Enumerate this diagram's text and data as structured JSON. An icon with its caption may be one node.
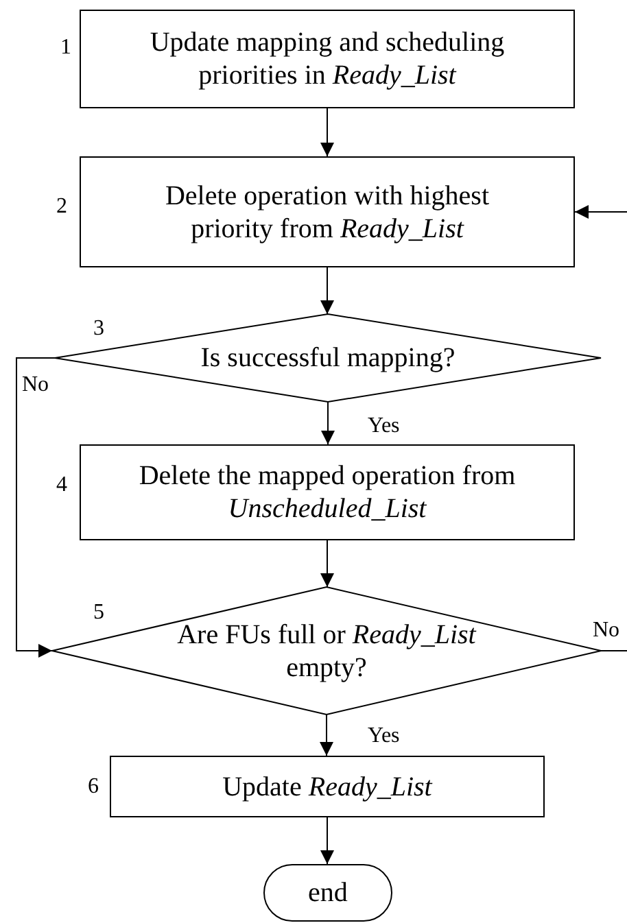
{
  "diagram": {
    "nodes": [
      {
        "text": [
          "Update mapping and scheduling priorities in *Ready_List*"
        ],
        "beside": [
          "1"
        ]
      },
      {
        "text": [
          "Delete operation with highest priority from *Ready_List*"
        ],
        "beside": [
          "2"
        ]
      },
      {
        "text": [
          "3",
          "Is successful mapping?"
        ]
      },
      {
        "text": [
          "Delete the mapped operation from *Unscheduled_List*"
        ],
        "beside": [
          "4"
        ]
      },
      {
        "text": [
          "5",
          "Are FUs full or *Ready_List* empty?"
        ]
      },
      {
        "text": [
          "Update *Ready_List*"
        ],
        "beside": [
          "6"
        ]
      },
      {
        "text": [
          "end"
        ]
      }
    ],
    "edges": [
      {
        "from": 0,
        "to": 1,
        "arrow": "to"
      },
      {
        "from": 1,
        "to": 2,
        "arrow": "to"
      },
      {
        "from": 2,
        "to": 3,
        "arrow": "to",
        "label": "Yes"
      },
      {
        "from": 2,
        "to": 4,
        "arrow": "to",
        "label": "No"
      },
      {
        "from": 3,
        "to": 4,
        "arrow": "to"
      },
      {
        "from": 4,
        "to": null,
        "arrow": "none",
        "label": "No"
      },
      {
        "from": null,
        "to": 1,
        "arrow": "to"
      },
      {
        "from": 4,
        "to": 5,
        "arrow": "to",
        "label": "Yes"
      },
      {
        "from": 5,
        "to": 6,
        "arrow": "to"
      }
    ]
  }
}
